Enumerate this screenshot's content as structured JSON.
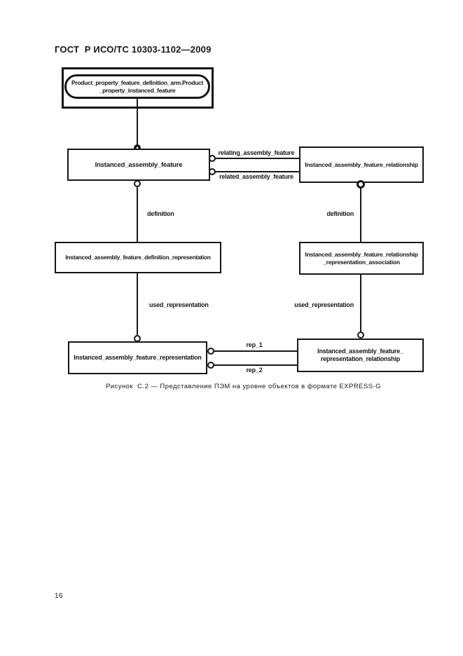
{
  "header": {
    "title": "ГОСТ  Р ИСО/ТС 10303-1102—2009"
  },
  "footer": {
    "page_number": "16"
  },
  "caption": {
    "text": "Рисунок  С.2 — Представление ПЭМ на уровне объектов в формате EXPRESS-G"
  },
  "diagram": {
    "arm_box": {
      "line1": "Product_property_feature_definition_arm.Product",
      "line2": "_property_instanced_feature"
    },
    "feature_box": {
      "label": "Instanced_assembly_feature"
    },
    "relationship_box": {
      "label": "Instanced_assembly_feature_relationship"
    },
    "definition_representation_box": {
      "label": "Instanced_assembly_feature_definition_representation"
    },
    "association_box": {
      "line1": "Instanced_assembly_feature_relationship",
      "line2": "_representation_association"
    },
    "representation_box": {
      "label": "Instanced_assembly_feature_representation"
    },
    "representation_relationship_box": {
      "line1": "Instanced_assembly_feature_",
      "line2": "representation_relationship"
    },
    "labels": {
      "relating": "relating_assembly_feature",
      "related": "related_assembly_feature",
      "definition_left": "definition",
      "definition_right": "definition",
      "used_left": "used_representation",
      "used_right": "used_representation",
      "rep1": "rep_1",
      "rep2": "rep_2"
    },
    "colors": {
      "ink": "#161616",
      "paper": "#ffffff"
    }
  }
}
